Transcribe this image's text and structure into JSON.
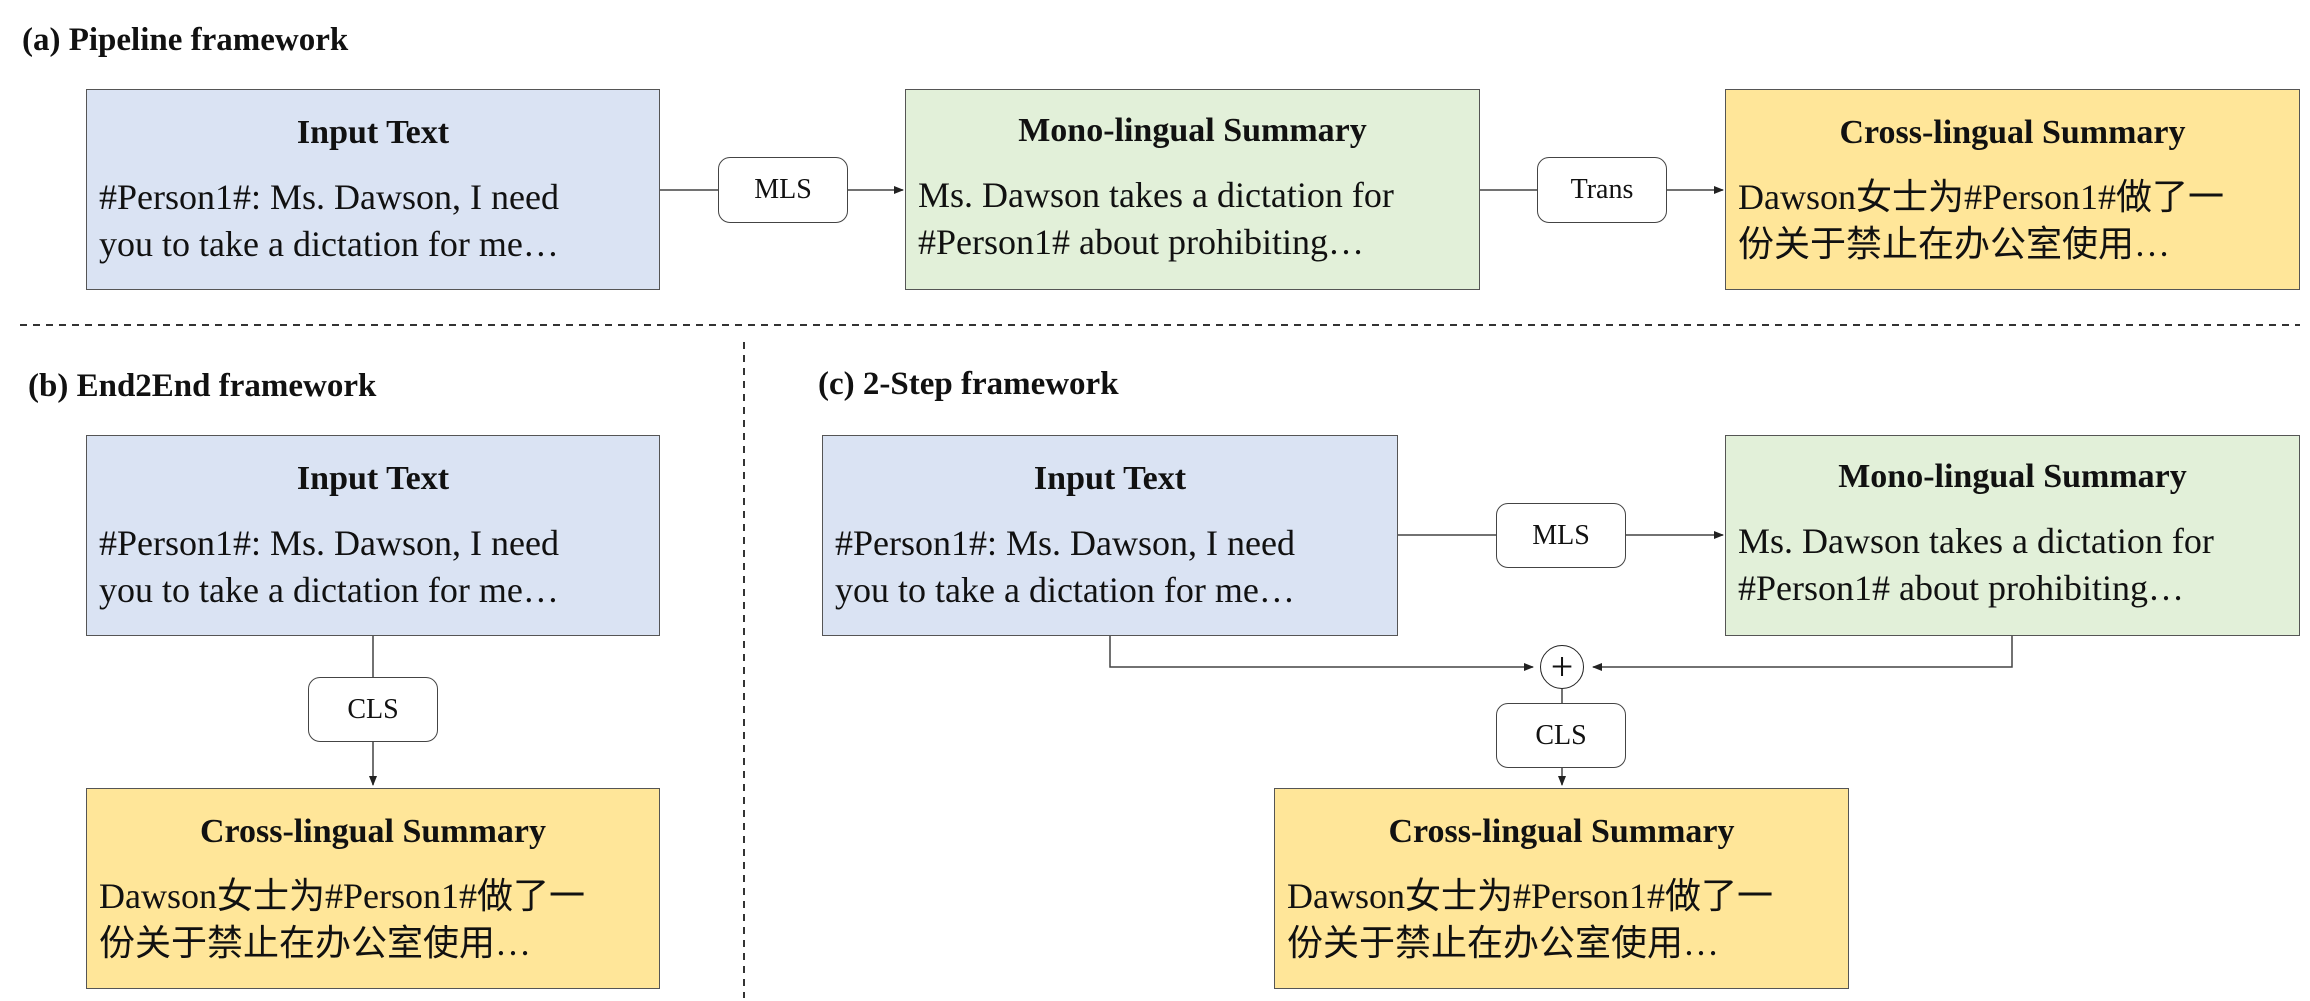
{
  "sections": {
    "a": {
      "title": "(a) Pipeline framework"
    },
    "b": {
      "title": "(b) End2End framework"
    },
    "c": {
      "title": "(c) 2-Step framework"
    }
  },
  "boxes": {
    "input": {
      "title": "Input Text",
      "text": "#Person1#: Ms. Dawson, I need\nyou to take a dictation for me…"
    },
    "mono": {
      "title": "Mono-lingual Summary",
      "text": "Ms. Dawson takes a dictation for\n#Person1# about prohibiting…"
    },
    "cross": {
      "title": "Cross-lingual Summary",
      "text": "Dawson女士为#Person1#做了一\n份关于禁止在办公室使用…"
    }
  },
  "labels": {
    "mls": "MLS",
    "trans": "Trans",
    "cls": "CLS",
    "plus": "+"
  },
  "colors": {
    "input": "#dae3f3",
    "mono": "#e2f0d9",
    "cross": "#ffe699"
  }
}
